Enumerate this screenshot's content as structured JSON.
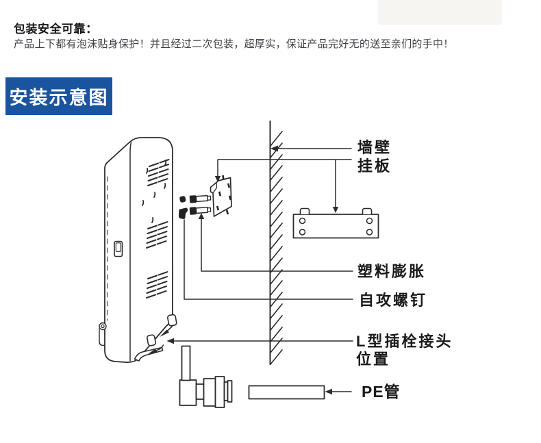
{
  "intro": {
    "title": "包装安全可靠：",
    "body": "产品上下都有泡沫贴身保护！并且经过二次包装，超厚实，保证产品完好无的送至亲们的手中！"
  },
  "section": {
    "badge": "安装示意图"
  },
  "diagram": {
    "labels": {
      "wall": "墙壁",
      "mount_plate": "挂板",
      "plastic_anchor": "塑料膨胀",
      "self_tapping_screw": "自攻螺钉",
      "l_connector_position": "L型插栓接头\n位置",
      "pe_pipe": "PE管"
    }
  },
  "colors": {
    "badge_bg": "#1b549e",
    "badge_text": "#ffffff",
    "line": "#2b2b2b",
    "title_text": "#17171b",
    "body_text": "#3f3f47",
    "label_text": "#1a1a1a"
  }
}
